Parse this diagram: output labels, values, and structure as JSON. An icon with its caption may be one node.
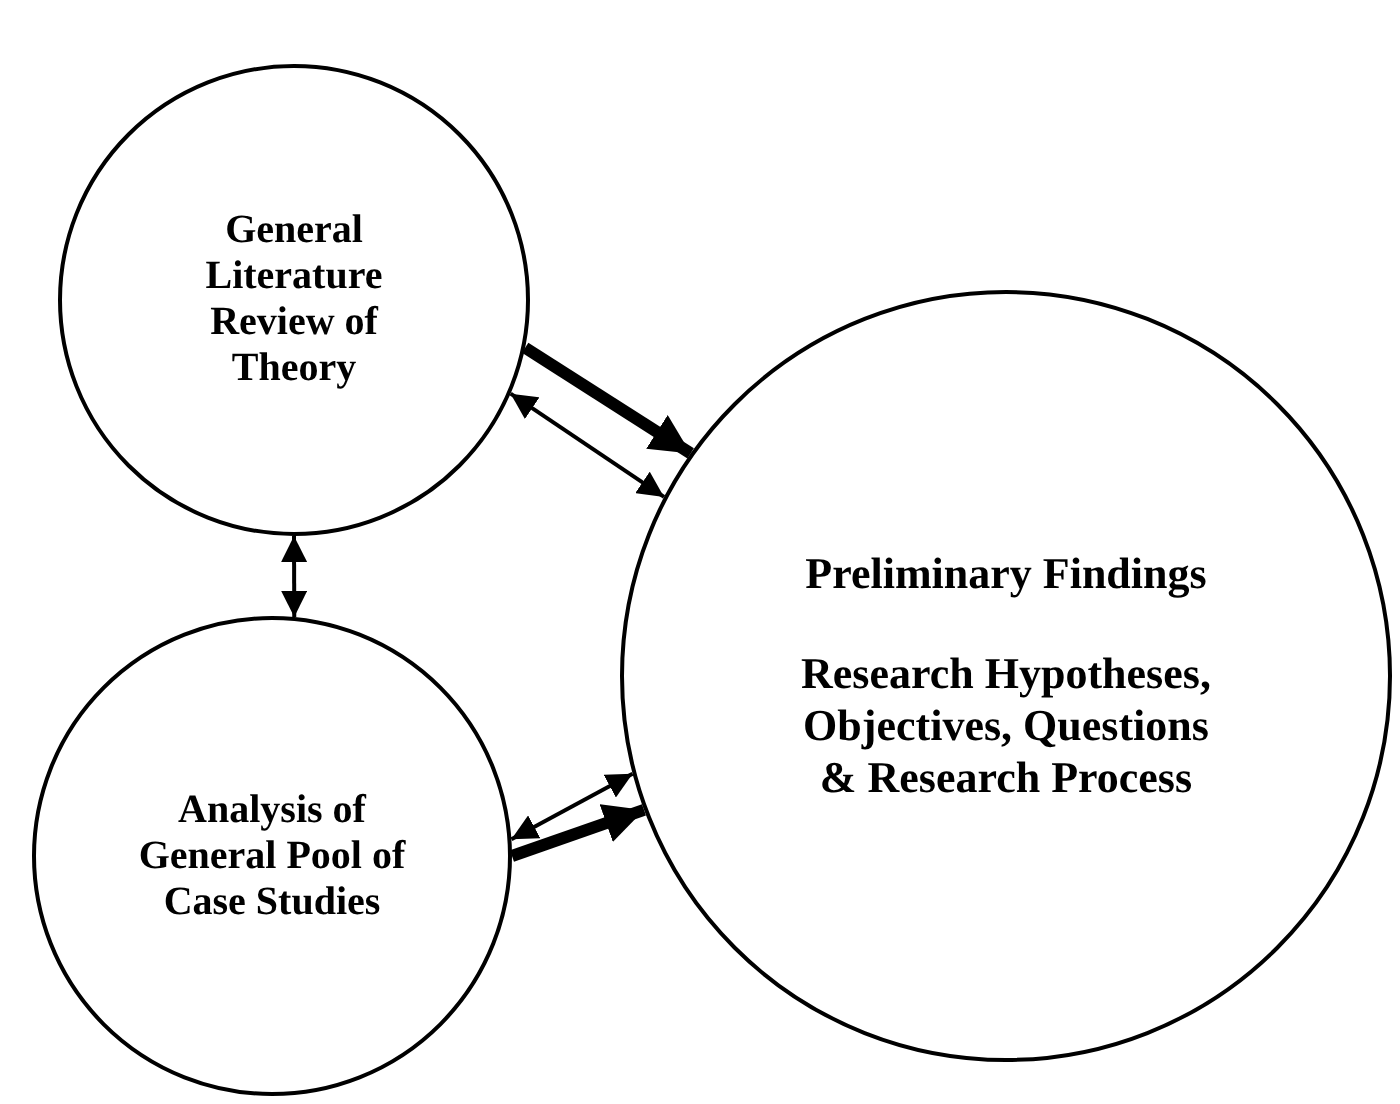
{
  "diagram": {
    "nodes": [
      {
        "text": [
          "General Literature Review of Theory"
        ]
      },
      {
        "text": [
          "Analysis of General Pool of Case Studies"
        ]
      },
      {
        "text": [
          "Preliminary Findings",
          "Research Hypotheses, Objectives, Questions & Research Process"
        ]
      }
    ],
    "edges": [
      {
        "from": 0,
        "to": 2,
        "arrow": "to",
        "style": "thick"
      },
      {
        "from": 0,
        "to": 2,
        "arrow": "both"
      },
      {
        "from": 0,
        "to": 1,
        "arrow": "both"
      },
      {
        "from": 1,
        "to": 2,
        "arrow": "both"
      },
      {
        "from": 1,
        "to": 2,
        "arrow": "to",
        "style": "thick"
      }
    ]
  }
}
